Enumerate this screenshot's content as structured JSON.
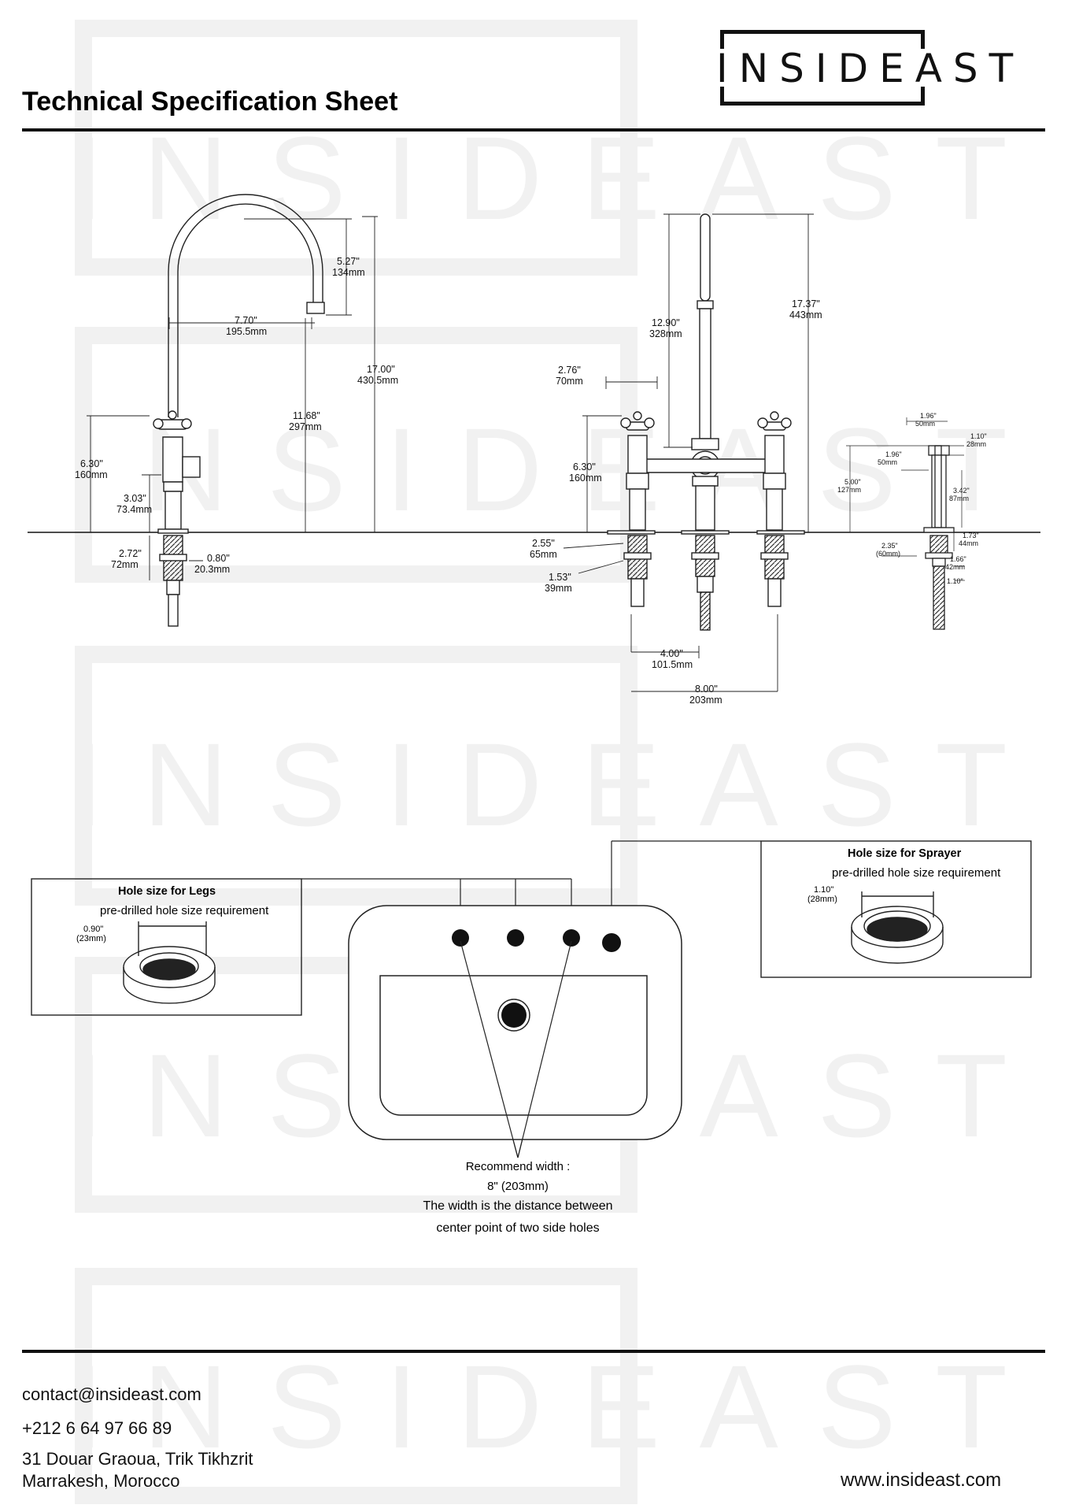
{
  "header": {
    "title": "Technical Specification Sheet",
    "logo_text": "INSIDEAST"
  },
  "watermark": {
    "text": "INSIDEAST",
    "letters": [
      "I",
      "N",
      "S",
      "I",
      "D",
      "E",
      "A",
      "S",
      "T"
    ]
  },
  "faucet_side": {
    "dims": [
      {
        "in": "5.27\"",
        "mm": "134mm"
      },
      {
        "in": "7.70\"",
        "mm": "195.5mm"
      },
      {
        "in": "17.00\"",
        "mm": "430.5mm"
      },
      {
        "in": "11.68\"",
        "mm": "297mm"
      },
      {
        "in": "6.30\"",
        "mm": "160mm"
      },
      {
        "in": "3.03\"",
        "mm": "73.4mm"
      },
      {
        "in": "2.72\"",
        "mm": "72mm"
      },
      {
        "in": "0.80\"",
        "mm": "20.3mm"
      }
    ]
  },
  "faucet_front": {
    "dims": [
      {
        "in": "12.90\"",
        "mm": "328mm"
      },
      {
        "in": "17.37\"",
        "mm": "443mm"
      },
      {
        "in": "2.76\"",
        "mm": "70mm"
      },
      {
        "in": "6.30\"",
        "mm": "160mm"
      },
      {
        "in": "2.55\"",
        "mm": "65mm"
      },
      {
        "in": "1.53\"",
        "mm": "39mm"
      },
      {
        "in": "4.00\"",
        "mm": "101.5mm"
      },
      {
        "in": "8.00\"",
        "mm": "203mm"
      }
    ]
  },
  "sprayer": {
    "dims": [
      {
        "in": "1.96\"",
        "mm": "50mm"
      },
      {
        "in": "1.10\"",
        "mm": "28mm"
      },
      {
        "in": "1.96\"",
        "mm": "50mm"
      },
      {
        "in": "5.00\"",
        "mm": "127mm"
      },
      {
        "in": "3.42\"",
        "mm": "87mm"
      },
      {
        "in": "1.73\"",
        "mm": "44mm"
      },
      {
        "in": "2.35\"",
        "mm": "(60mm)"
      },
      {
        "in": "1.66\"",
        "mm": "42mm"
      },
      {
        "in": "1.10\"",
        "mm": ""
      }
    ]
  },
  "legs_callout": {
    "title": "Hole size for Legs",
    "subtitle": "pre-drilled hole size requirement",
    "dim_in": "0.90\"",
    "dim_mm": "(23mm)"
  },
  "sprayer_callout": {
    "title": "Hole size for Sprayer",
    "subtitle": "pre-drilled hole size requirement",
    "dim_in": "1.10\"",
    "dim_mm": "(28mm)"
  },
  "recommend": {
    "line1": "Recommend width :",
    "line2": "8\" (203mm)",
    "line3": "The width is the distance between",
    "line4": "center point of two side holes"
  },
  "footer": {
    "email": "contact@insideast.com",
    "phone": "+212 6 64 97 66 89",
    "address1": "31 Douar Graoua, Trik Tikhzrit",
    "address2": "Marrakesh, Morocco",
    "website": "www.insideast.com"
  }
}
